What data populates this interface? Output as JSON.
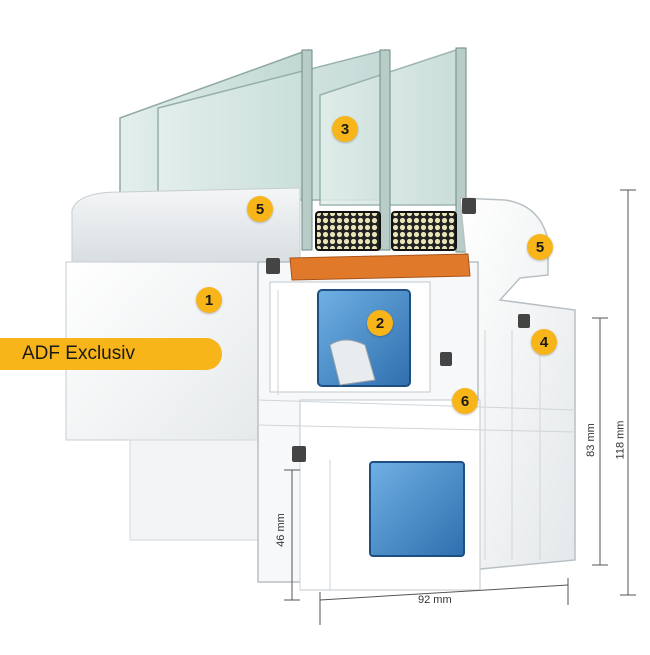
{
  "product_label": "ADF Exclusiv",
  "callouts": [
    "1",
    "2",
    "3",
    "4",
    "5",
    "5",
    "6"
  ],
  "dimensions": {
    "width": "92 mm",
    "sash_height": "46 mm",
    "frame_height": "83 mm",
    "total_height": "118 mm"
  },
  "colors": {
    "accent": "#f7b519",
    "reinforcement": "#3f86c4",
    "gasket": "#e07a2a",
    "glass": "#cfe3df"
  }
}
